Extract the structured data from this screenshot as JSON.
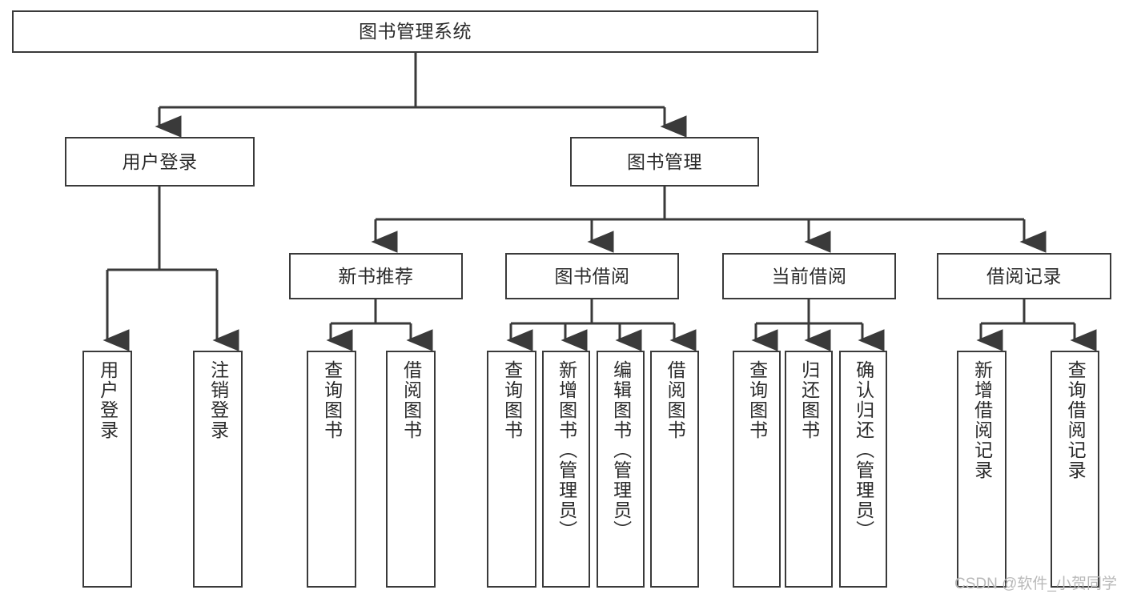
{
  "diagram": {
    "type": "tree",
    "title": "图书管理系统",
    "orientation": "top-down",
    "root": {
      "label": "图书管理系统"
    },
    "level2": [
      {
        "label": "用户登录"
      },
      {
        "label": "图书管理"
      }
    ],
    "level3": [
      {
        "label": "新书推荐"
      },
      {
        "label": "图书借阅"
      },
      {
        "label": "当前借阅"
      },
      {
        "label": "借阅记录"
      }
    ],
    "leaves": {
      "user_login": [
        {
          "label": "用户登录"
        },
        {
          "label": "注销登录"
        }
      ],
      "new_book_recommend": [
        {
          "label": "查询图书"
        },
        {
          "label": "借阅图书"
        }
      ],
      "book_borrow": [
        {
          "label": "查询图书"
        },
        {
          "label": "新增图书（管理员）"
        },
        {
          "label": "编辑图书（管理员）"
        },
        {
          "label": "借阅图书"
        }
      ],
      "current_borrow": [
        {
          "label": "查询图书"
        },
        {
          "label": "归还图书"
        },
        {
          "label": "确认归还（管理员）"
        }
      ],
      "borrow_record": [
        {
          "label": "新增借阅记录"
        },
        {
          "label": "查询借阅记录"
        }
      ]
    }
  },
  "watermark": {
    "text": "CSDN @软件_小贺同学"
  },
  "colors": {
    "stroke": "#3a3a3a",
    "text": "#2b2b2b",
    "background": "#ffffff",
    "watermark": "#b9b9b9"
  }
}
